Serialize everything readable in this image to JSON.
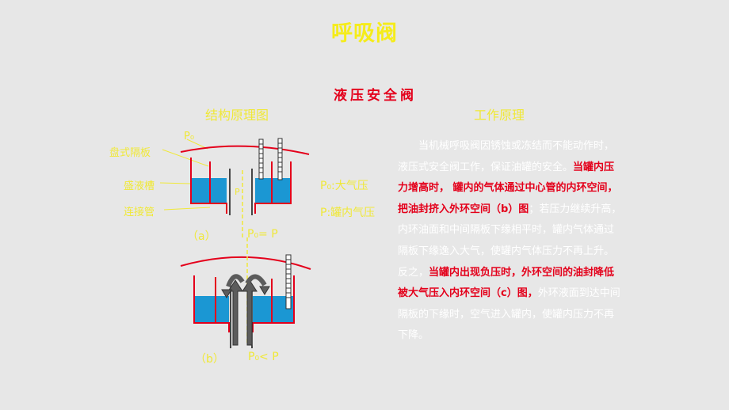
{
  "page": {
    "title": "呼吸阀",
    "subtitle": "液压安全阀"
  },
  "headers": {
    "structure": "结构原理图",
    "working": "工作原理"
  },
  "diagram": {
    "labels": {
      "p0_top": "P₀",
      "cover": "盘式隔板",
      "tank": "盛液槽",
      "pipe": "连接管",
      "center": "P",
      "p0_desc": "P₀:大气压",
      "p_desc": "P:罐内气压",
      "cap_a": "（a）",
      "eq_a": "P₀= P",
      "cap_b": "（b）",
      "eq_b": "P₀< P"
    },
    "colors": {
      "liquid": "#1b97d3",
      "wall": "#e4001b",
      "label": "#f0e838"
    }
  },
  "text": {
    "segments": [
      {
        "t": "当机械呼吸阀因锈蚀或冻结而不能动作时，液压式安全阀工作，保证油罐的安全。",
        "red": false
      },
      {
        "t": "当罐内压力增高时， 罐内的气体通过中心管的内环空间， 把油封挤入外环空间（b）图",
        "red": true
      },
      {
        "t": "；若压力继续升高，内环油面和中间隔板下缘相平时，罐内气体通过隔板下缘逸入大气，使罐内气体压力不再上升。反之，",
        "red": false
      },
      {
        "t": "当罐内出现负压时，外环空间的油封降低被大气压入内环空间（c）图，",
        "red": true
      },
      {
        "t": "外环液面到达中间隔板的下缘时，空气进入罐内，使罐内压力不再下降。",
        "red": false
      }
    ]
  }
}
